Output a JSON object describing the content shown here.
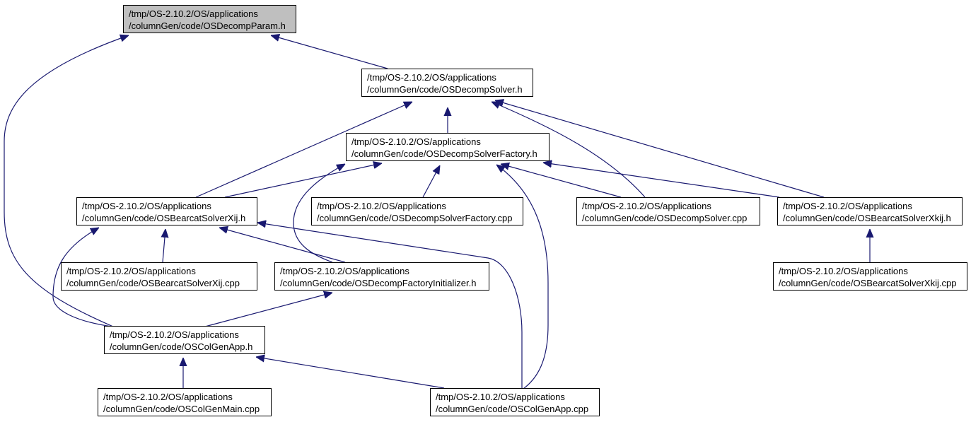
{
  "colors": {
    "edge": "#191970",
    "root_fill": "#bfbfbf",
    "node_fill": "#ffffff",
    "border": "#000000"
  },
  "nodes": {
    "decompParam_h": {
      "line1": "/tmp/OS-2.10.2/OS/applications",
      "line2": "/columnGen/code/OSDecompParam.h"
    },
    "decompSolver_h": {
      "line1": "/tmp/OS-2.10.2/OS/applications",
      "line2": "/columnGen/code/OSDecompSolver.h"
    },
    "solverFactory_h": {
      "line1": "/tmp/OS-2.10.2/OS/applications",
      "line2": "/columnGen/code/OSDecompSolverFactory.h"
    },
    "bearcatXij_h": {
      "line1": "/tmp/OS-2.10.2/OS/applications",
      "line2": "/columnGen/code/OSBearcatSolverXij.h"
    },
    "solverFactory_cpp": {
      "line1": "/tmp/OS-2.10.2/OS/applications",
      "line2": "/columnGen/code/OSDecompSolverFactory.cpp"
    },
    "decompSolver_cpp": {
      "line1": "/tmp/OS-2.10.2/OS/applications",
      "line2": "/columnGen/code/OSDecompSolver.cpp"
    },
    "bearcatXkij_h": {
      "line1": "/tmp/OS-2.10.2/OS/applications",
      "line2": "/columnGen/code/OSBearcatSolverXkij.h"
    },
    "bearcatXij_cpp": {
      "line1": "/tmp/OS-2.10.2/OS/applications",
      "line2": "/columnGen/code/OSBearcatSolverXij.cpp"
    },
    "factoryInit_h": {
      "line1": "/tmp/OS-2.10.2/OS/applications",
      "line2": "/columnGen/code/OSDecompFactoryInitializer.h"
    },
    "bearcatXkij_cpp": {
      "line1": "/tmp/OS-2.10.2/OS/applications",
      "line2": "/columnGen/code/OSBearcatSolverXkij.cpp"
    },
    "colGenApp_h": {
      "line1": "/tmp/OS-2.10.2/OS/applications",
      "line2": "/columnGen/code/OSColGenApp.h"
    },
    "colGenMain_cpp": {
      "line1": "/tmp/OS-2.10.2/OS/applications",
      "line2": "/columnGen/code/OSColGenMain.cpp"
    },
    "colGenApp_cpp": {
      "line1": "/tmp/OS-2.10.2/OS/applications",
      "line2": "/columnGen/code/OSColGenApp.cpp"
    }
  },
  "edges": [
    {
      "from": "decompParam_h",
      "to": "decompSolver_h"
    },
    {
      "from": "decompParam_h",
      "to": "colGenApp_h"
    },
    {
      "from": "decompSolver_h",
      "to": "solverFactory_h"
    },
    {
      "from": "decompSolver_h",
      "to": "bearcatXij_h"
    },
    {
      "from": "decompSolver_h",
      "to": "decompSolver_cpp"
    },
    {
      "from": "decompSolver_h",
      "to": "bearcatXkij_h"
    },
    {
      "from": "solverFactory_h",
      "to": "bearcatXij_h"
    },
    {
      "from": "solverFactory_h",
      "to": "solverFactory_cpp"
    },
    {
      "from": "solverFactory_h",
      "to": "decompSolver_cpp"
    },
    {
      "from": "solverFactory_h",
      "to": "bearcatXkij_h"
    },
    {
      "from": "solverFactory_h",
      "to": "factoryInit_h"
    },
    {
      "from": "solverFactory_h",
      "to": "colGenApp_cpp"
    },
    {
      "from": "bearcatXij_h",
      "to": "bearcatXij_cpp"
    },
    {
      "from": "bearcatXij_h",
      "to": "factoryInit_h"
    },
    {
      "from": "bearcatXij_h",
      "to": "colGenApp_h"
    },
    {
      "from": "bearcatXij_h",
      "to": "colGenApp_cpp"
    },
    {
      "from": "bearcatXkij_h",
      "to": "bearcatXkij_cpp"
    },
    {
      "from": "factoryInit_h",
      "to": "colGenApp_h"
    },
    {
      "from": "colGenApp_h",
      "to": "colGenMain_cpp"
    },
    {
      "from": "colGenApp_h",
      "to": "colGenApp_cpp"
    }
  ]
}
